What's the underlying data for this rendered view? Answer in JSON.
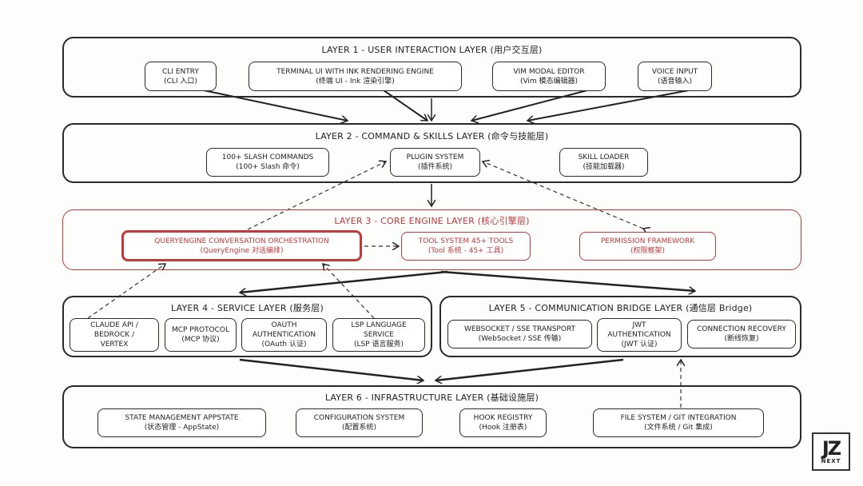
{
  "layers": [
    {
      "title": "LAYER 1 - USER INTERACTION LAYER (用户交互层)",
      "items": [
        {
          "en": "CLI ENTRY",
          "zh": "(CLI 入口)"
        },
        {
          "en": "TERMINAL UI WITH INK RENDERING ENGINE",
          "zh": "(终端 UI - Ink 渲染引擎)"
        },
        {
          "en": "VIM MODAL EDITOR",
          "zh": "(Vim 模态编辑器)"
        },
        {
          "en": "VOICE INPUT",
          "zh": "(语音输入)"
        }
      ]
    },
    {
      "title": "LAYER 2 - COMMAND & SKILLS LAYER (命令与技能层)",
      "items": [
        {
          "en": "100+ SLASH COMMANDS",
          "zh": "(100+ Slash 命令)"
        },
        {
          "en": "PLUGIN SYSTEM",
          "zh": "(插件系统)"
        },
        {
          "en": "SKILL LOADER",
          "zh": "(技能加载器)"
        }
      ]
    },
    {
      "title": "LAYER 3 - CORE ENGINE LAYER (核心引擎层)",
      "items": [
        {
          "en": "QUERYENGINE CONVERSATION ORCHESTRATION",
          "zh": "(QueryEngine 对话编排)"
        },
        {
          "en": "TOOL SYSTEM 45+ TOOLS",
          "zh": "(Tool 系统 - 45+ 工具)"
        },
        {
          "en": "PERMISSION FRAMEWORK",
          "zh": "(权限框架)"
        }
      ]
    },
    {
      "title": "LAYER 4 - SERVICE LAYER (服务层)",
      "items": [
        {
          "l1": "CLAUDE API /",
          "l2": "BEDROCK /",
          "l3": "VERTEX"
        },
        {
          "l1": "MCP PROTOCOL",
          "l2": "(MCP 协议)"
        },
        {
          "l1": "OAUTH",
          "l2": "AUTHENTICATION",
          "l3": "(OAuth 认证)"
        },
        {
          "l1": "LSP LANGUAGE",
          "l2": "SERVICE",
          "l3": "(LSP 语言服务)"
        }
      ]
    },
    {
      "title": "LAYER 5 - COMMUNICATION BRIDGE LAYER (通信层 Bridge)",
      "items": [
        {
          "l1": "WEBSOCKET / SSE TRANSPORT",
          "l2": "(WebSocket / SSE 传输)"
        },
        {
          "l1": "JWT",
          "l2": "AUTHENTICATION",
          "l3": "(JWT 认证)"
        },
        {
          "l1": "CONNECTION RECOVERY",
          "l2": "(断线恢复)"
        }
      ]
    },
    {
      "title": "LAYER 6 - INFRASTRUCTURE LAYER (基础设施层)",
      "items": [
        {
          "en": "STATE MANAGEMENT APPSTATE",
          "zh": "(状态管理 - AppState)"
        },
        {
          "en": "CONFIGURATION SYSTEM",
          "zh": "(配置系统)"
        },
        {
          "en": "HOOK REGISTRY",
          "zh": "(Hook 注册表)"
        },
        {
          "en": "FILE SYSTEM / GIT INTEGRATION",
          "zh": "(文件系统 / Git 集成)"
        }
      ]
    }
  ],
  "logo": {
    "mark": "JZ",
    "sub": "NEXT"
  },
  "colors": {
    "core": "#c0393b",
    "ink": "#2a2a2a"
  }
}
